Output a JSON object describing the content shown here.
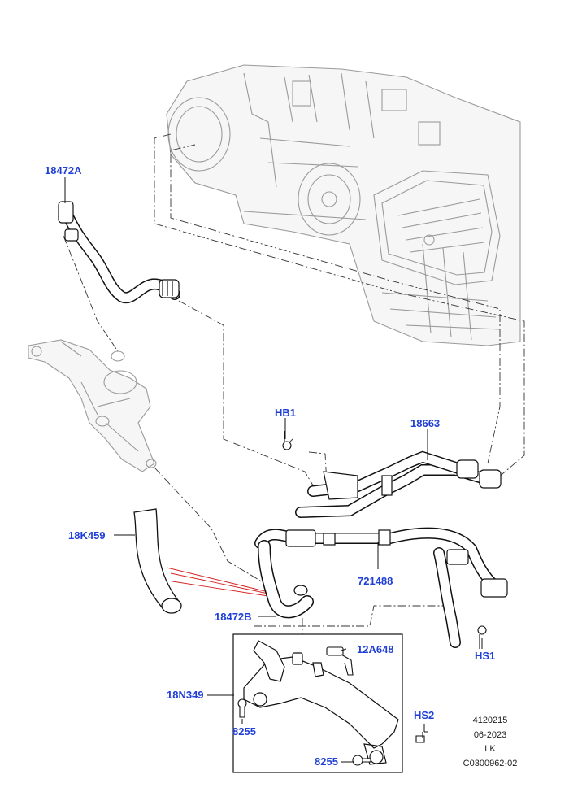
{
  "callouts": {
    "c18472A": "18472A",
    "cHB1": "HB1",
    "c18663": "18663",
    "c18K459": "18K459",
    "c721488": "721488",
    "c18472B": "18472B",
    "c12A648": "12A648",
    "c18N349": "18N349",
    "c8255a": "8255",
    "c8255b": "8255",
    "cHS1": "HS1",
    "cHS2": "HS2"
  },
  "meta": {
    "line1": "4120215",
    "line2": "06-2023",
    "line3": "LK",
    "line4": "C0300962-02"
  },
  "colors": {
    "callout": "#1f3fd6",
    "linework": "#222222",
    "ghost": "#9a9a9a",
    "red_guide": "#d42020"
  }
}
